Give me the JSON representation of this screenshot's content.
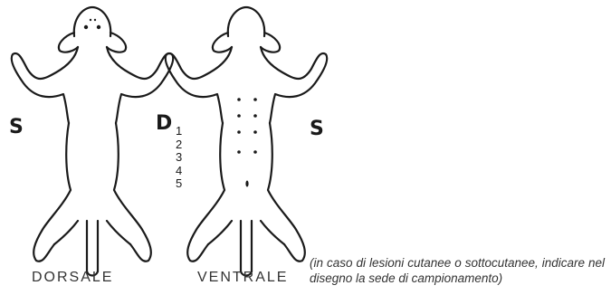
{
  "labels": {
    "left_dorsal": "S",
    "right_dorsal": "D",
    "right_ventral": "S"
  },
  "mammary_numbers": [
    "1",
    "2",
    "3",
    "4",
    "5"
  ],
  "views": {
    "dorsal": "DORSALE",
    "ventral": "VENTRALE"
  },
  "caption": "(in caso di lesioni cutanee o sottocutanee, indicare nel disegno la sede di campionamento)"
}
